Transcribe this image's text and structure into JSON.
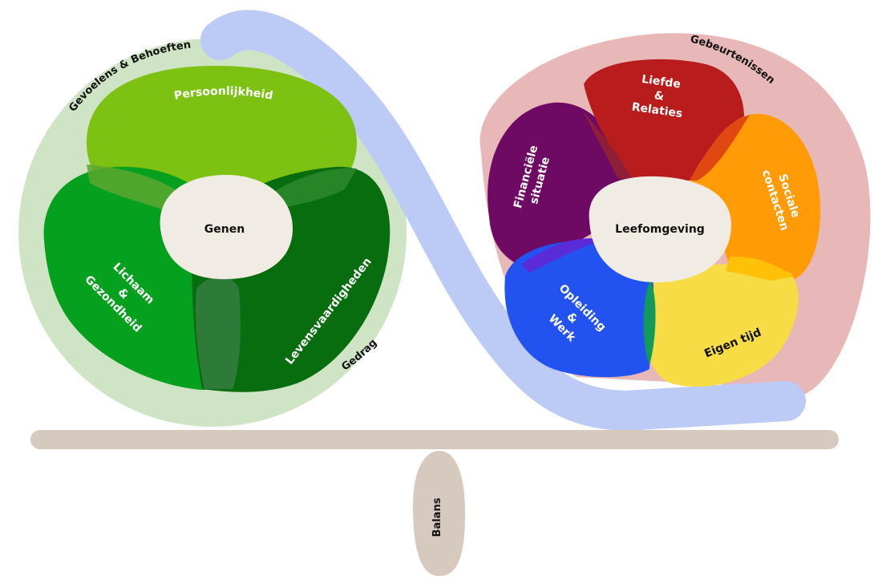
{
  "colors": {
    "outer_left": "#cfe4c4",
    "outer_right": "#e8b7b7",
    "infinity_band": "#bccaf6",
    "persoonlijkheid": "#7dc113",
    "lichaam": "#06a01f",
    "levensvaardigheden": "#076d0f",
    "center": "#f0ebe3",
    "financieel": "#6f0a64",
    "liefde": "#b91c1c",
    "sociale": "#ff9b07",
    "eigen_tijd": "#f7dc45",
    "opleiding": "#2253f0",
    "beam": "#d6c9bd"
  },
  "left": {
    "outer_label": "Gevoelens & Behoeften",
    "band_label": "Gedrag",
    "center_label": "Genen",
    "petals": {
      "persoonlijkheid": "Persoonlijkheid",
      "lichaam": [
        "Lichaam",
        "&",
        "Gezondheid"
      ],
      "levensvaardigheden": "Levensvaardigheden"
    }
  },
  "right": {
    "outer_label": "Gebeurtenissen",
    "center_label": "Leefomgeving",
    "petals": {
      "financieel": [
        "Financiële",
        "situatie"
      ],
      "liefde": [
        "Liefde",
        "&",
        "Relaties"
      ],
      "sociale": [
        "Sociale",
        "contacten"
      ],
      "eigen_tijd": "Eigen tijd",
      "opleiding": [
        "Opleiding",
        "&",
        "Werk"
      ]
    }
  },
  "balance": {
    "label": "Balans"
  }
}
